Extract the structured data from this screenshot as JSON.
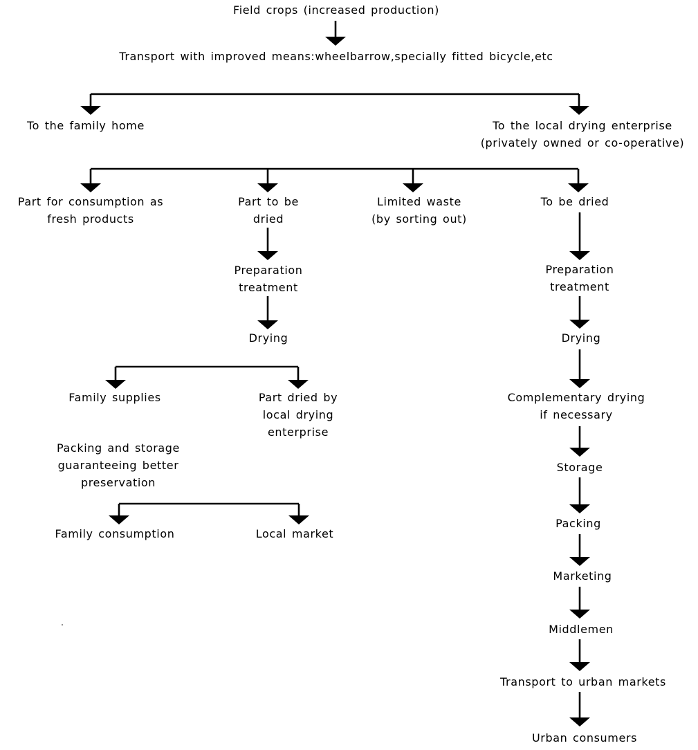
{
  "nodes": {
    "field_crops": {
      "lines": [
        "Field crops (increased production)"
      ]
    },
    "transport": {
      "lines": [
        "Transport with improved means:wheelbarrow,specially fitted bicycle,etc"
      ]
    },
    "family_home": {
      "lines": [
        "To the family home"
      ]
    },
    "drying_enterprise": {
      "lines": [
        "To the local drying enterprise",
        "(privately owned or co-operative)"
      ]
    },
    "fresh_consumption": {
      "lines": [
        "Part for consumption as",
        "fresh products"
      ]
    },
    "part_to_dry": {
      "lines": [
        "Part to be",
        "dried"
      ]
    },
    "limited_waste": {
      "lines": [
        "Limited waste",
        "(by sorting out)"
      ]
    },
    "to_be_dried": {
      "lines": [
        "To be dried"
      ]
    },
    "prep_left": {
      "lines": [
        "Preparation",
        "treatment"
      ]
    },
    "drying_left": {
      "lines": [
        "Drying"
      ]
    },
    "family_supplies": {
      "lines": [
        "Family supplies"
      ]
    },
    "part_dried_enterprise": {
      "lines": [
        "Part dried by",
        "local drying",
        "enterprise"
      ]
    },
    "packing_storage": {
      "lines": [
        "Packing and storage",
        "guaranteeing better",
        "preservation"
      ]
    },
    "family_consumption": {
      "lines": [
        "Family consumption"
      ]
    },
    "local_market": {
      "lines": [
        "Local market"
      ]
    },
    "prep_right": {
      "lines": [
        "Preparation",
        "treatment"
      ]
    },
    "drying_right": {
      "lines": [
        "Drying"
      ]
    },
    "complementary_drying": {
      "lines": [
        "Complementary drying",
        "if necessary"
      ]
    },
    "storage": {
      "lines": [
        "Storage"
      ]
    },
    "packing": {
      "lines": [
        "Packing"
      ]
    },
    "marketing": {
      "lines": [
        "Marketing"
      ]
    },
    "middlemen": {
      "lines": [
        "Middlemen"
      ]
    },
    "transport_urban": {
      "lines": [
        "Transport to urban markets"
      ]
    },
    "urban_consumers": {
      "lines": [
        "Urban consumers"
      ]
    }
  },
  "colors": {
    "ink": "#000000",
    "background": "#ffffff"
  }
}
